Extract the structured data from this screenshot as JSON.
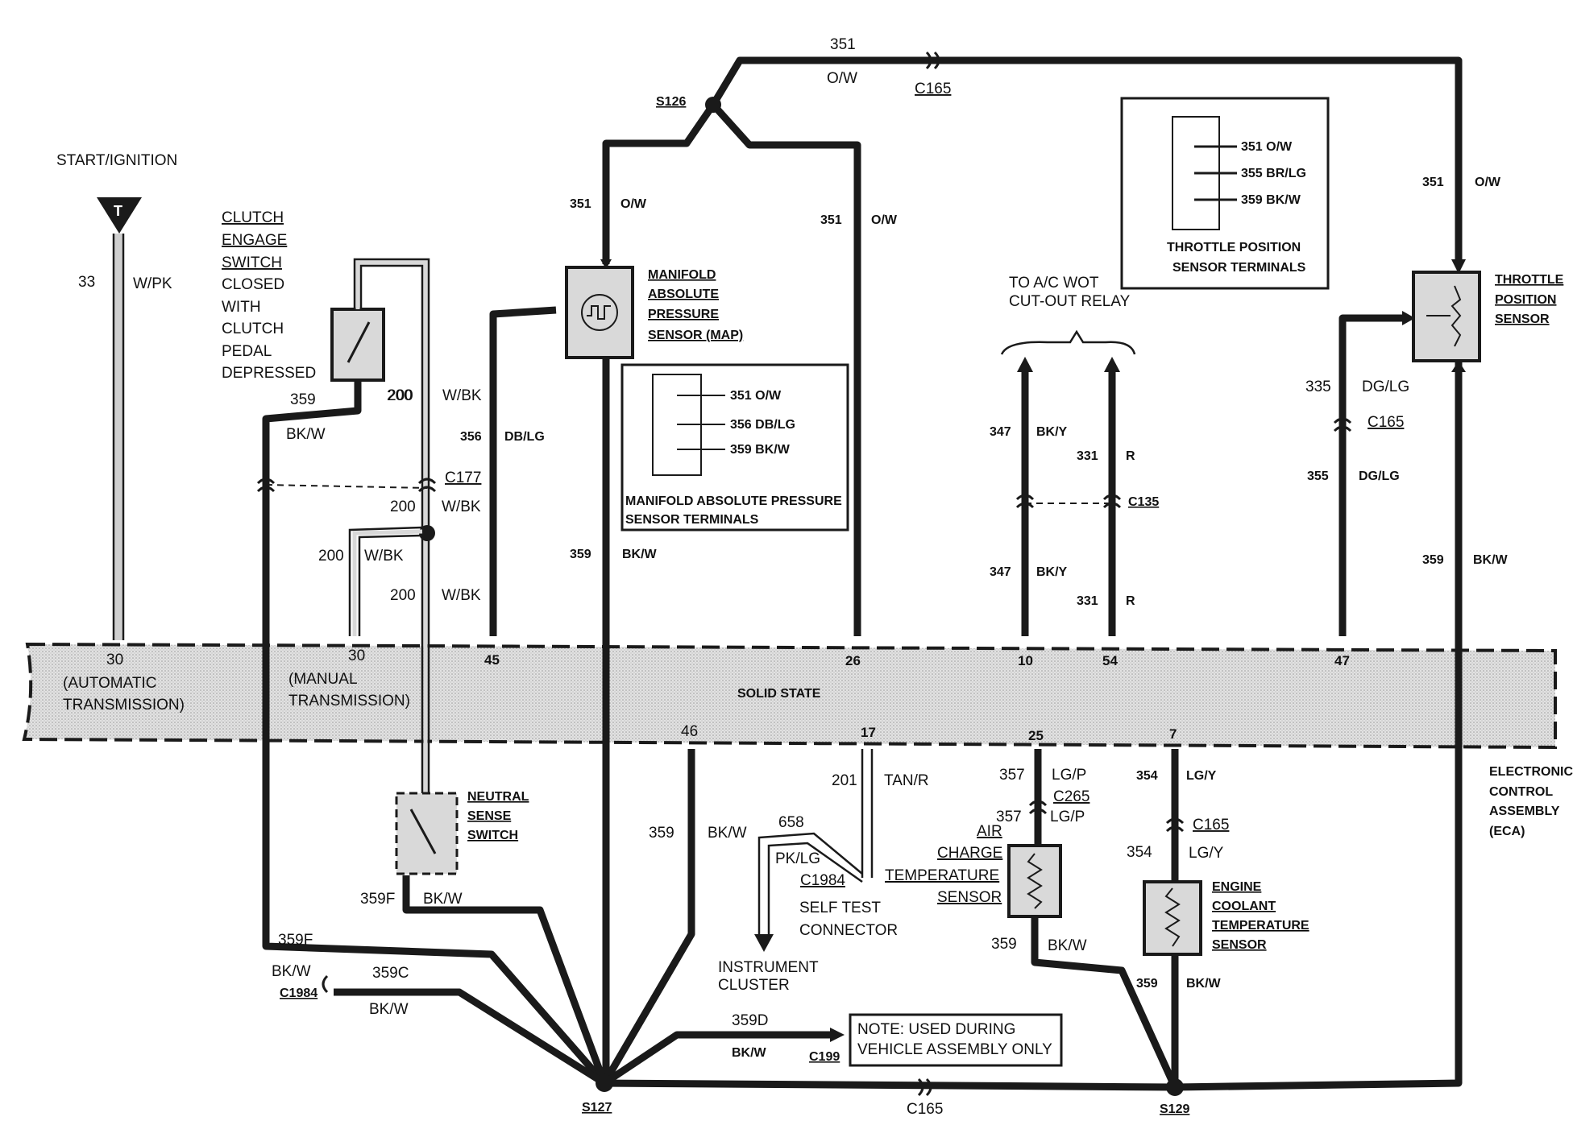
{
  "labels": {
    "start_ignition": "START/IGNITION",
    "fuse_t": "T",
    "w33": "33",
    "w33_color": "W/PK",
    "clutch_lines": [
      "CLUTCH",
      "ENGAGE",
      "SWITCH",
      "CLOSED",
      "WITH",
      "CLUTCH",
      "PEDAL",
      "DEPRESSED"
    ],
    "w359": "359",
    "w200": "200",
    "bkw": "BK/W",
    "wbk": "W/BK",
    "c177": "C177",
    "w356": "356",
    "dblg": "DB/LG",
    "map_lines": [
      "MANIFOLD",
      "ABSOLUTE",
      "PRESSURE",
      "SENSOR (MAP)"
    ],
    "s126": "S126",
    "w351": "351",
    "ow": "O/W",
    "c165": "C165",
    "map_term": [
      "351 O/W",
      "356 DB/LG",
      "359 BK/W"
    ],
    "map_term_title": [
      "MANIFOLD ABSOLUTE PRESSURE",
      "SENSOR TERMINALS"
    ],
    "tps_term": [
      "351 O/W",
      "355 BR/LG",
      "359 BK/W"
    ],
    "tps_term_title": [
      "THROTTLE POSITION",
      "SENSOR TERMINALS"
    ],
    "ac_relay": [
      "TO A/C WOT",
      "CUT-OUT RELAY"
    ],
    "w347": "347",
    "bky": "BK/Y",
    "w331": "331",
    "r": "R",
    "c135": "C135",
    "tps_lines": [
      "THROTTLE",
      "POSITION",
      "SENSOR"
    ],
    "w335": "335",
    "dglg": "DG/LG",
    "w355": "355",
    "pins_top": [
      "30",
      "30",
      "45",
      "26",
      "10",
      "54",
      "47"
    ],
    "auto_trans": [
      "(AUTOMATIC",
      "TRANSMISSION)"
    ],
    "manual_trans": [
      "(MANUAL",
      "TRANSMISSION)"
    ],
    "solid_state": "SOLID STATE",
    "eca_lines": [
      "ELECTRONIC",
      "CONTROL",
      "ASSEMBLY",
      "(ECA)"
    ],
    "pins_bottom": [
      "46",
      "17",
      "25",
      "7"
    ],
    "neutral_lines": [
      "NEUTRAL",
      "SENSE",
      "SWITCH"
    ],
    "w359f": "359F",
    "w359c": "359C",
    "c1984": "C1984",
    "w201": "201",
    "tanr": "TAN/R",
    "w658": "658",
    "pklg": "PK/LG",
    "self_test": [
      "SELF TEST",
      "CONNECTOR"
    ],
    "inst_cluster": [
      "INSTRUMENT",
      "CLUSTER"
    ],
    "w357": "357",
    "lgp": "LG/P",
    "c265": "C265",
    "act_lines": [
      "AIR",
      "CHARGE",
      "TEMPERATURE",
      "SENSOR"
    ],
    "w354": "354",
    "lgy": "LG/Y",
    "ect_lines": [
      "ENGINE",
      "COOLANT",
      "TEMPERATURE",
      "SENSOR"
    ],
    "w359d": "359D",
    "c199": "C199",
    "note": [
      "NOTE: USED DURING",
      "VEHICLE ASSEMBLY ONLY"
    ],
    "s127": "S127",
    "s129": "S129"
  }
}
